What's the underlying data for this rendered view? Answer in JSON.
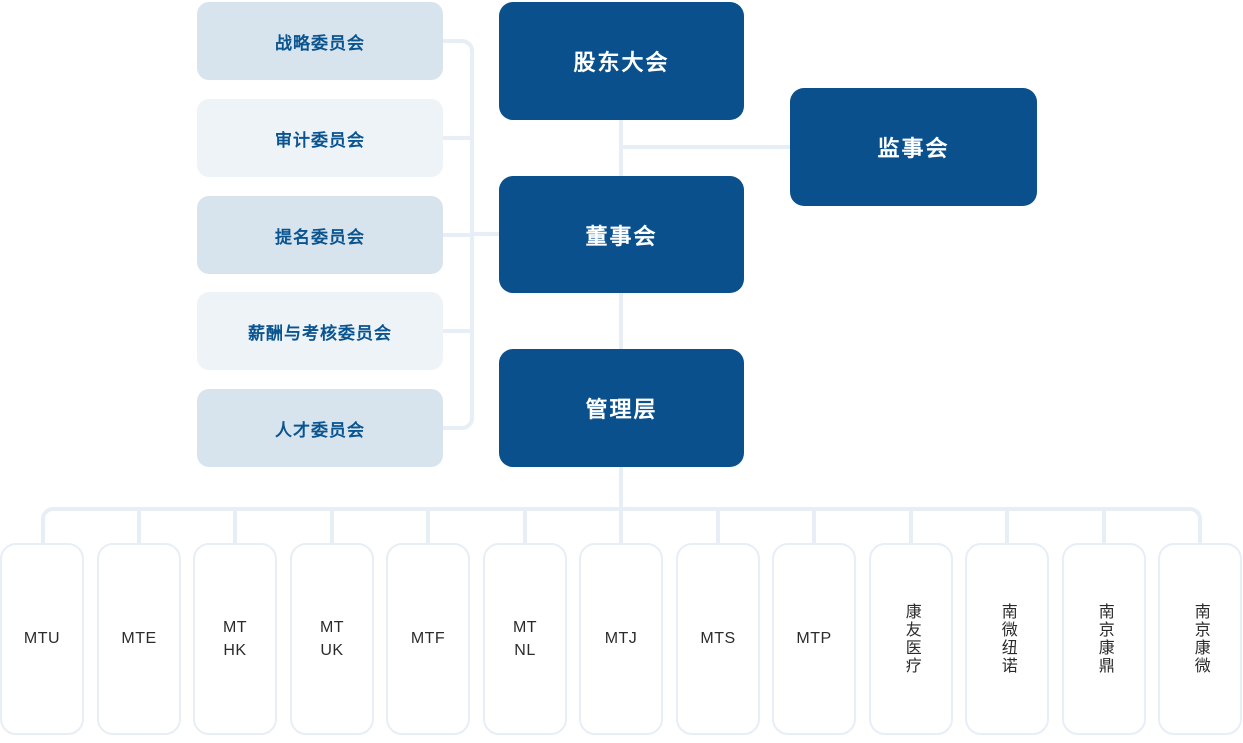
{
  "theme": {
    "primary_blue": "#09508c",
    "committee_text": "#0a5490",
    "committee_fill_dark": "#d7e4ee",
    "committee_fill_light": "#eef3f8",
    "connector_line": "#e7eef5",
    "sub_border": "#e7eef5",
    "sub_text": "#2b2b2b",
    "background": "#ffffff"
  },
  "governance": {
    "shareholders_meeting": "股东大会",
    "board_of_directors": "董事会",
    "supervisory_board": "监事会",
    "management": "管理层"
  },
  "committees": [
    {
      "label": "战略委员会",
      "shade": "dark"
    },
    {
      "label": "审计委员会",
      "shade": "light"
    },
    {
      "label": "提名委员会",
      "shade": "dark"
    },
    {
      "label": "薪酬与考核委员会",
      "shade": "light"
    },
    {
      "label": "人才委员会",
      "shade": "dark"
    }
  ],
  "subsidiaries": [
    {
      "label": "MTU",
      "lines": [
        "MTU"
      ],
      "orientation": "horizontal"
    },
    {
      "label": "MTE",
      "lines": [
        "MTE"
      ],
      "orientation": "horizontal"
    },
    {
      "label": "MT HK",
      "lines": [
        "MT",
        "HK"
      ],
      "orientation": "horizontal"
    },
    {
      "label": "MT UK",
      "lines": [
        "MT",
        "UK"
      ],
      "orientation": "horizontal"
    },
    {
      "label": "MTF",
      "lines": [
        "MTF"
      ],
      "orientation": "horizontal"
    },
    {
      "label": "MT NL",
      "lines": [
        "MT",
        "NL"
      ],
      "orientation": "horizontal"
    },
    {
      "label": "MTJ",
      "lines": [
        "MTJ"
      ],
      "orientation": "horizontal"
    },
    {
      "label": "MTS",
      "lines": [
        "MTS"
      ],
      "orientation": "horizontal"
    },
    {
      "label": "MTP",
      "lines": [
        "MTP"
      ],
      "orientation": "horizontal"
    },
    {
      "label": "康友医疗",
      "lines": [
        "康友医疗"
      ],
      "orientation": "vertical"
    },
    {
      "label": "南微纽诺",
      "lines": [
        "南微纽诺"
      ],
      "orientation": "vertical"
    },
    {
      "label": "南京康鼎",
      "lines": [
        "南京康鼎"
      ],
      "orientation": "vertical"
    },
    {
      "label": "南京康微",
      "lines": [
        "南京康微"
      ],
      "orientation": "vertical"
    }
  ]
}
